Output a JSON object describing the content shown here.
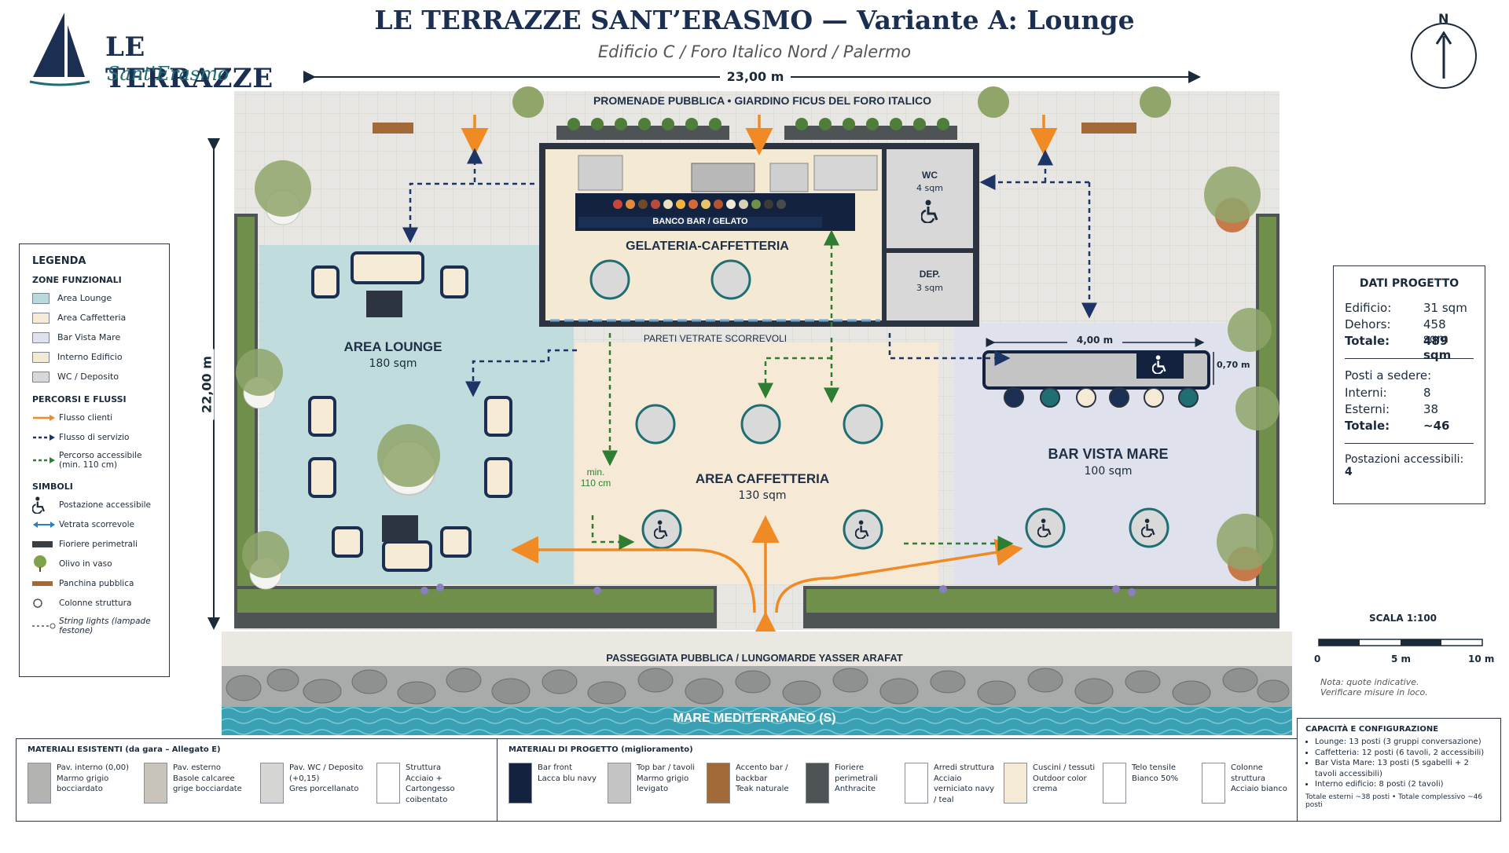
{
  "header": {
    "logo_line1": "LE TERRAZZE",
    "logo_line2": "Sant'Erasmo",
    "title": "LE TERRAZZE SANT’ERASMO — Variante A: Lounge",
    "subtitle": "Edificio C / Foro Italico Nord / Palermo",
    "north": "N"
  },
  "dimensions": {
    "width": "23,00 m",
    "height": "22,00 m",
    "bar_length": "4,00 m",
    "bar_depth": "0,70 m",
    "min_passage": "min.\n110 cm"
  },
  "plan_labels": {
    "promenade_top": "PROMENADE PUBBLICA  •  GIARDINO FICUS DEL FORO ITALICO",
    "bar_counter": "BANCO BAR / GELATO",
    "cafe_interior": "GELATERIA-CAFFETTERIA",
    "wc": "WC",
    "wc_area": "4 sqm",
    "dep": "DEP.",
    "dep_area": "3 sqm",
    "glass_walls": "PARETI VETRATE SCORREVOLI",
    "lounge": "AREA LOUNGE",
    "lounge_area": "180 sqm",
    "caffetteria": "AREA CAFFETTERIA",
    "caffetteria_area": "130 sqm",
    "bar_vista": "BAR VISTA MARE",
    "bar_vista_area": "100 sqm",
    "promenade_bottom": "PASSEGGIATA PUBBLICA / LUNGOMARDE YASSER ARAFAT",
    "sea": "MARE MEDITERRANEO (S)"
  },
  "legend": {
    "title": "LEGENDA",
    "zones_title": "ZONE FUNZIONALI",
    "zones": [
      {
        "label": "Area Lounge",
        "color": "#b9d9dc"
      },
      {
        "label": "Area Caffetteria",
        "color": "#f6ead6"
      },
      {
        "label": "Bar Vista Mare",
        "color": "#dfe1ec"
      },
      {
        "label": "Interno Edificio",
        "color": "#f4ead3"
      },
      {
        "label": "WC / Deposito",
        "color": "#d8d8d8"
      }
    ],
    "paths_title": "PERCORSI E FLUSSI",
    "paths": [
      {
        "label": "Flusso clienti",
        "color": "#f08a24"
      },
      {
        "label": "Flusso di servizio",
        "color": "#1d3566"
      },
      {
        "label": "Percorso accessibile (min. 110 cm)",
        "color": "#2f7d32"
      }
    ],
    "symbols_title": "SIMBOLI",
    "symbols": [
      {
        "label": "Postazione accessibile",
        "icon": "wheelchair-icon"
      },
      {
        "label": "Vetrata scorrevole",
        "icon": "double-arrow-icon"
      },
      {
        "label": "Fioriere perimetrali",
        "icon": "planter-icon"
      },
      {
        "label": "Olivo in vaso",
        "icon": "tree-icon"
      },
      {
        "label": "Panchina pubblica",
        "icon": "bench-icon"
      },
      {
        "label": "Colonne struttura",
        "icon": "column-icon"
      },
      {
        "label": "String lights (lampade festone)",
        "icon": "string-lights-icon"
      }
    ]
  },
  "project_data": {
    "title": "DATI PROGETTO",
    "rows": [
      {
        "label": "Edificio:",
        "value": "31 sqm"
      },
      {
        "label": "Dehors:",
        "value": "458 sqm"
      },
      {
        "label": "Totale:",
        "value": "489 sqm"
      }
    ],
    "seats_title": "Posti a sedere:",
    "seats": [
      {
        "label": "Interni:",
        "value": "8"
      },
      {
        "label": "Esterni:",
        "value": "38"
      },
      {
        "label": "Totale:",
        "value": "~46"
      }
    ],
    "accessible_label": "Postazioni accessibili:",
    "accessible_value": "4"
  },
  "scale": {
    "title": "SCALA 1:100",
    "ticks": [
      "0",
      "5 m",
      "10 m"
    ],
    "note": "Nota: quote indicative.\nVerificare misure in loco."
  },
  "materials_existing": {
    "title": "MATERIALI ESISTENTI (da gara – Allegato E)",
    "items": [
      {
        "title": "Pav. interno (0,00)",
        "desc": "Marmo grigio bocciardato",
        "color": "#b3b3b1"
      },
      {
        "title": "Pav. esterno",
        "desc": "Basole calcaree grige bocciardate",
        "color": "#c9c4ba"
      },
      {
        "title": "Pav. WC / Deposito (+0,15)",
        "desc": "Gres porcellanato",
        "color": "#d5d5d3"
      },
      {
        "title": "Struttura",
        "desc": "Acciaio + Cartongesso coibentato",
        "color": "#ffffff"
      }
    ]
  },
  "materials_project": {
    "title": "MATERIALI DI PROGETTO (miglioramento)",
    "items": [
      {
        "title": "Bar front",
        "desc": "Lacca blu navy",
        "color": "#13233f"
      },
      {
        "title": "Top bar / tavoli",
        "desc": "Marmo grigio levigato",
        "color": "#c4c4c4"
      },
      {
        "title": "Accento bar / backbar",
        "desc": "Teak naturale",
        "color": "#a26a38"
      },
      {
        "title": "Fioriere perimetrali",
        "desc": "Anthracite",
        "color": "#4e5356"
      },
      {
        "title": "Arredi struttura",
        "desc": "Acciaio verniciato navy / teal",
        "color": "#ffffff"
      },
      {
        "title": "Cuscini / tessuti",
        "desc": "Outdoor color crema",
        "color": "#f5ead6"
      },
      {
        "title": "Telo tensile",
        "desc": "Bianco 50%",
        "color": "#ffffff"
      },
      {
        "title": "Colonne struttura",
        "desc": "Acciaio bianco",
        "color": "#ffffff"
      }
    ]
  },
  "capacity": {
    "title": "CAPACITÀ E CONFIGURAZIONE",
    "items": [
      "Lounge: 13 posti (3 gruppi conversazione)",
      "Caffetteria: 12 posti (6 tavoli, 2 accessibili)",
      "Bar Vista Mare: 13 posti (5 sgabelli + 2 tavoli accessibili)",
      "Interno edificio: 8 posti (2 tavoli)"
    ],
    "footer": "Totale esterni ~38 posti  •  Totale complessivo ~46 posti"
  },
  "colors": {
    "navy": "#1b2f52",
    "teal": "#1f6e74",
    "orange": "#f08a24",
    "green": "#2f7d32",
    "sea": "#3aa1b5"
  }
}
